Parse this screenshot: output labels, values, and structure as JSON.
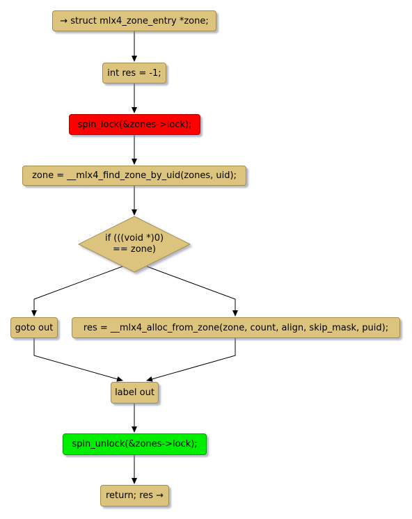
{
  "nodes": {
    "entry": "→ struct mlx4_zone_entry *zone;",
    "init_res": "int res = -1;",
    "spin_lock": "spin_lock(&zones->lock);",
    "find_zone": "zone = __mlx4_find_zone_by_uid(zones, uid);",
    "condition_line1": "if (((void *)0)",
    "condition_line2": "== zone)",
    "goto_out": "goto out",
    "alloc": "res = __mlx4_alloc_from_zone(zone, count, align, skip_mask, puid);",
    "label_out": "label out",
    "spin_unlock": "spin_unlock(&zones->lock);",
    "return": "return; res →"
  },
  "colors": {
    "default_fill": "#dcc47e",
    "lock_fill": "#ff0000",
    "unlock_fill": "#00ee00",
    "edge": "#000000"
  }
}
